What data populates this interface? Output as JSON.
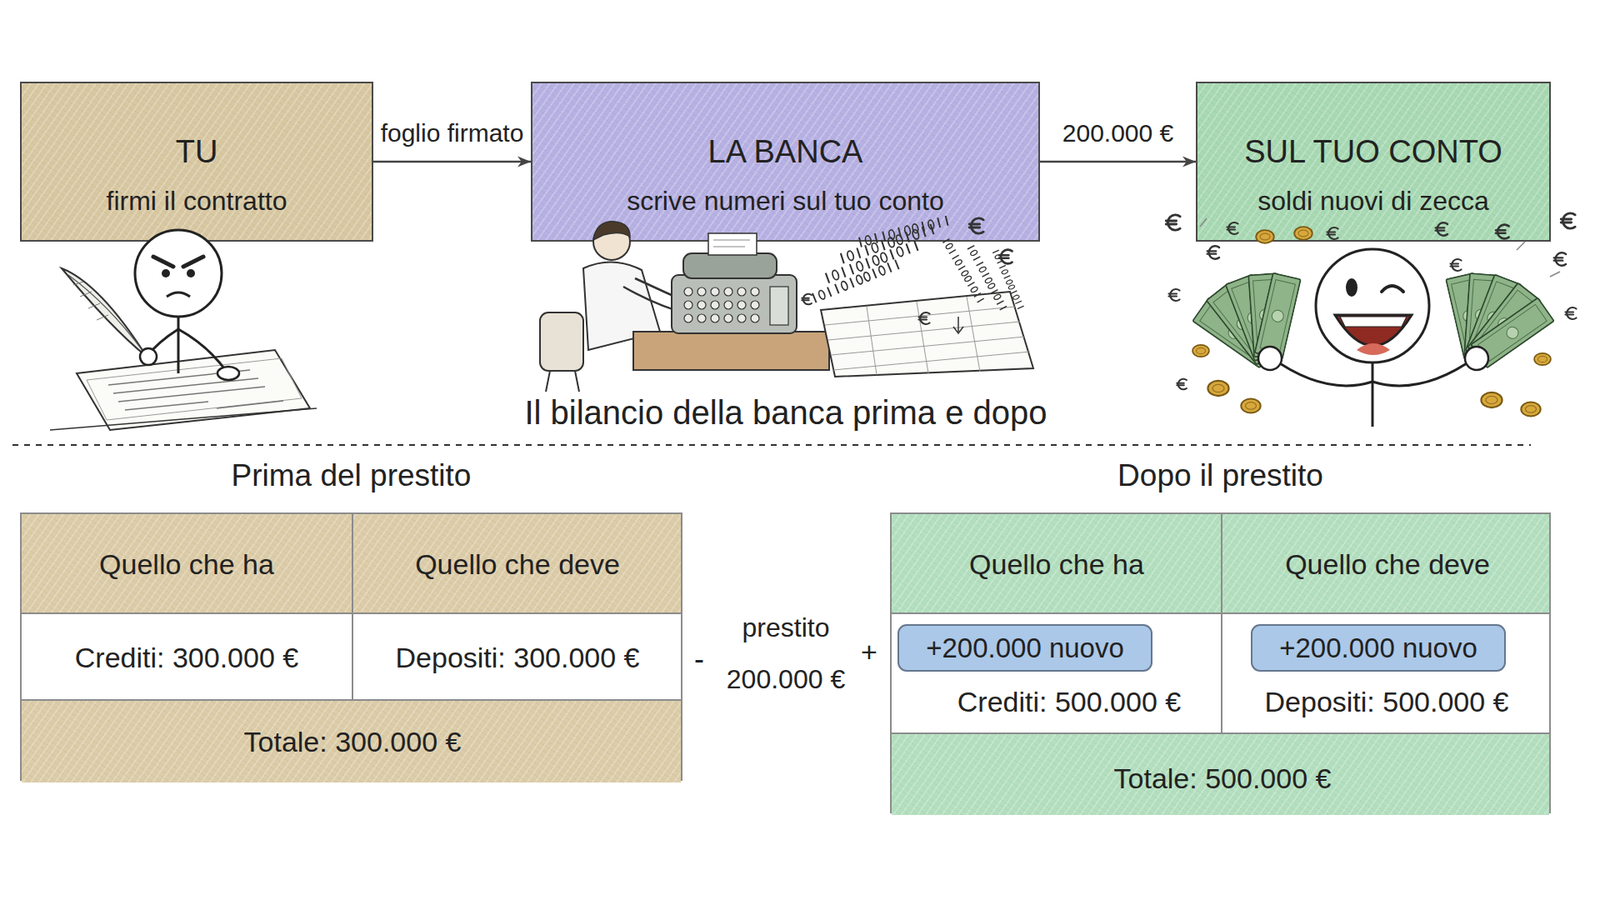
{
  "diagram": {
    "nodes": [
      {
        "text": [
          "TU",
          "firmi il contratto"
        ]
      },
      {
        "text": [
          "LA BANCA",
          "scrive numeri sul tuo conto"
        ]
      },
      {
        "text": [
          "SUL TUO CONTO",
          "soldi nuovi di zecca"
        ]
      },
      {
        "text": [
          "Prima del prestito"
        ]
      },
      {
        "text": [
          "Dopo il prestito"
        ]
      },
      {
        "text": [
          "+200.000 nuovo"
        ],
        "in": 4
      },
      {
        "text": [
          "+200.000 nuovo"
        ],
        "in": 4
      }
    ],
    "edges": [
      {
        "from": 0,
        "to": 1,
        "label": "foglio firmato",
        "arrow": "to"
      },
      {
        "from": 1,
        "to": 2,
        "label": "200.000 €",
        "arrow": "to"
      }
    ],
    "labels": [
      "Il bilancio della banca prima e dopo",
      "Quello che ha",
      "Quello che deve",
      "Crediti: 300.000 €",
      "Depositi: 300.000 €",
      "Totale: 300.000 €",
      "-",
      "prestito 200.000 €",
      "+",
      "Quello che ha",
      "Quello che deve",
      "Crediti: 500.000 €",
      "Depositi: 500.000 €",
      "Totale: 500.000 €"
    ]
  }
}
